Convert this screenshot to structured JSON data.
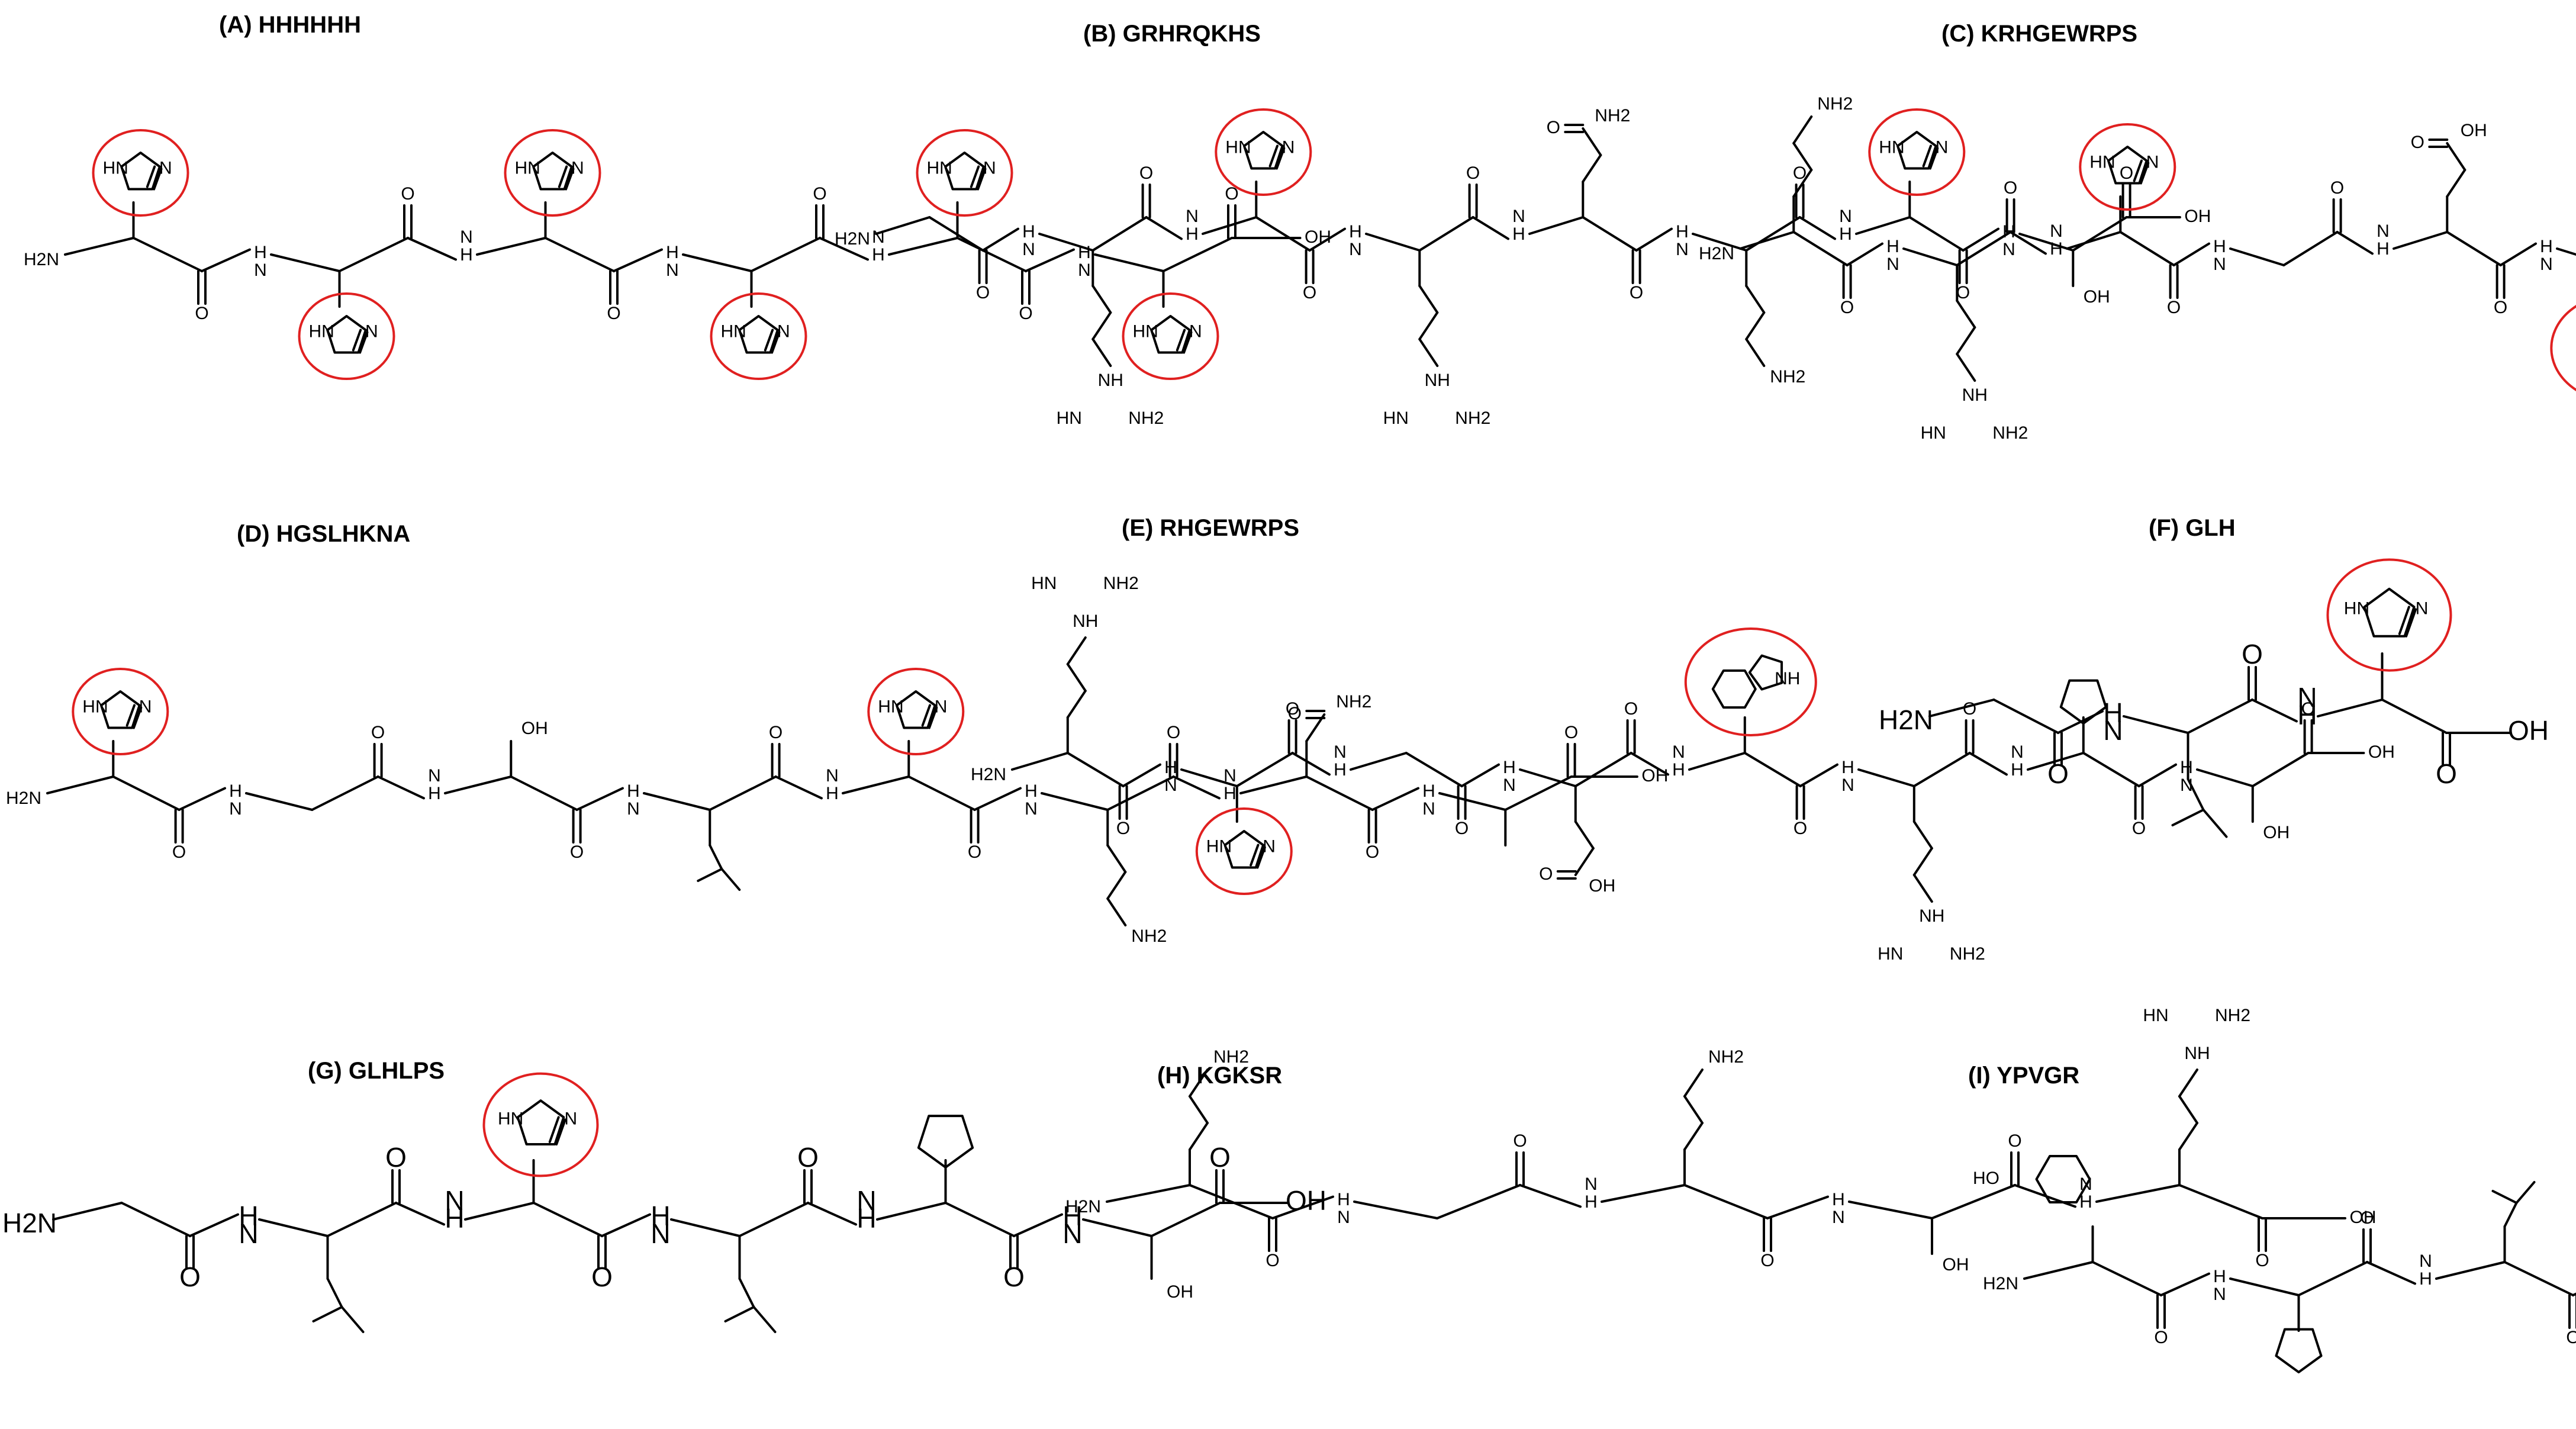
{
  "colors": {
    "highlight": "#e02020",
    "line": "#000000"
  },
  "panels": [
    {
      "title": "(A) HHHHHH",
      "sequence": "HHHHHH"
    },
    {
      "title": "(B) GRHRQKHS",
      "sequence": "GRHRQKHS"
    },
    {
      "title": "(C) KRHGEWRPS",
      "sequence": "KRHGEWRPS"
    },
    {
      "title": "(D) HGSLHKNA",
      "sequence": "HGSLHKNA"
    },
    {
      "title": "(E) RHGEWRPS",
      "sequence": "RHGEWRPS"
    },
    {
      "title": "(F) GLH",
      "sequence": "GLH"
    },
    {
      "title": "(G) GLHLPS",
      "sequence": "GLHLPS"
    },
    {
      "title": "(H) KGKSR",
      "sequence": "KGKSR"
    },
    {
      "title": "(I) YPVGR",
      "sequence": "YPVGR"
    }
  ],
  "labels": {
    "h2n": "H2N",
    "nh2": "NH2",
    "nh": "NH",
    "hn": "HN",
    "n": "N",
    "o": "O",
    "oh": "OH",
    "ho": "HO",
    "h": "H",
    "sub2": "2"
  },
  "side_chains": {
    "H": "imidazole",
    "R": "guanidine",
    "K": "amine",
    "Q": "amide",
    "N": "amide",
    "E": "acid",
    "S": "hydroxyl",
    "W": "indole",
    "P": "ring",
    "L": "isobutyl",
    "A": "methyl",
    "V": "isopropyl",
    "Y": "phenol",
    "G": "none"
  }
}
